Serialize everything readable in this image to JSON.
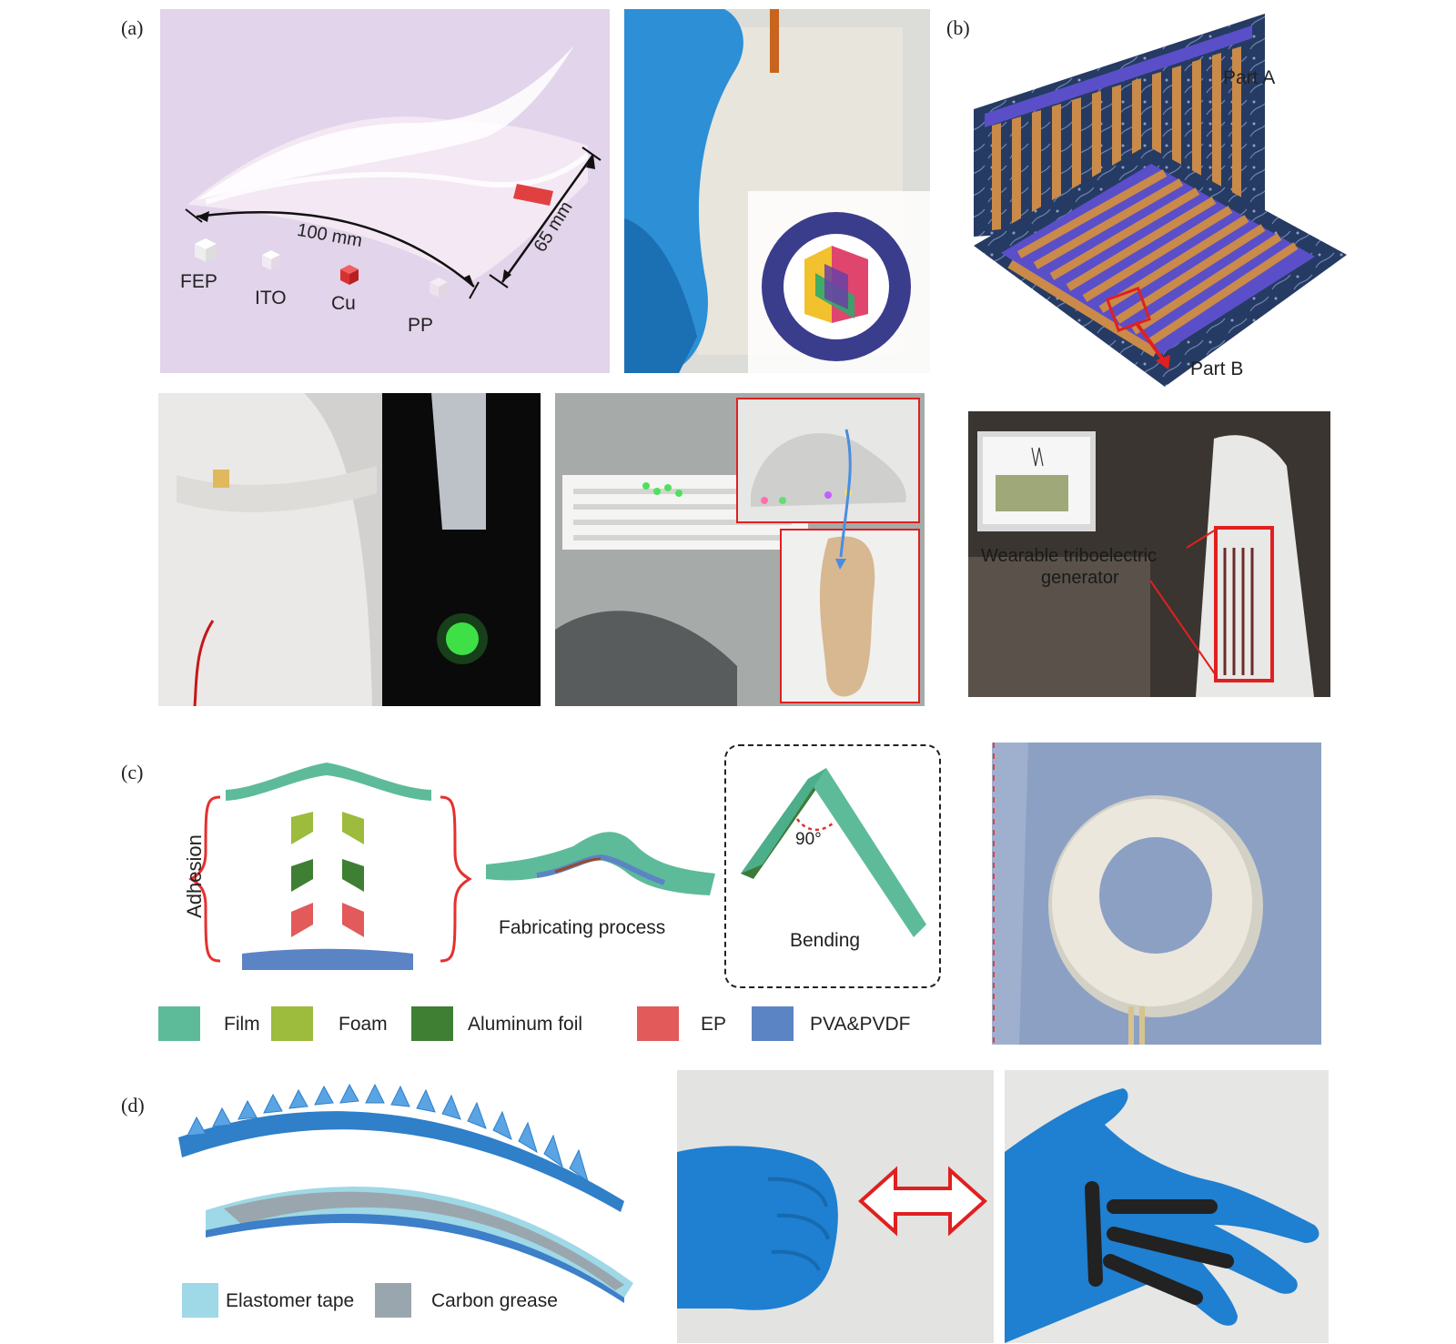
{
  "panels": {
    "a": {
      "label": "(a)",
      "dim_length": "100 mm",
      "dim_width": "65 mm",
      "materials": [
        "FEP",
        "ITO",
        "Cu",
        "PP"
      ]
    },
    "b": {
      "label": "(b)",
      "part_a": "Part A",
      "part_b": "Part B",
      "generator_label_line1": "Wearable triboelectric",
      "generator_label_line2": "generator"
    },
    "c": {
      "label": "(c)",
      "adhesion": "Adhesion",
      "fabricating": "Fabricating process",
      "bending": "Bending",
      "angle": "90°",
      "legend": [
        {
          "name": "Film",
          "color": "#5dbb9a"
        },
        {
          "name": "Foam",
          "color": "#9dbb3c"
        },
        {
          "name": "Aluminum foil",
          "color": "#3f7f34"
        },
        {
          "name": "EP",
          "color": "#e25a5a"
        },
        {
          "name": "PVA&PVDF",
          "color": "#5b84c4"
        }
      ]
    },
    "d": {
      "label": "(d)",
      "legend": [
        {
          "name": "Elastomer tape",
          "color": "#9fd8e6"
        },
        {
          "name": "Carbon grease",
          "color": "#9aa6ad"
        }
      ]
    }
  },
  "colors": {
    "accent_red": "#e02020",
    "glove_blue": "#1f7fd0",
    "electrode_orange": "#c98a4a",
    "electrode_purple": "#5a4fc9",
    "lavender_bg": "#e2d4ea"
  }
}
